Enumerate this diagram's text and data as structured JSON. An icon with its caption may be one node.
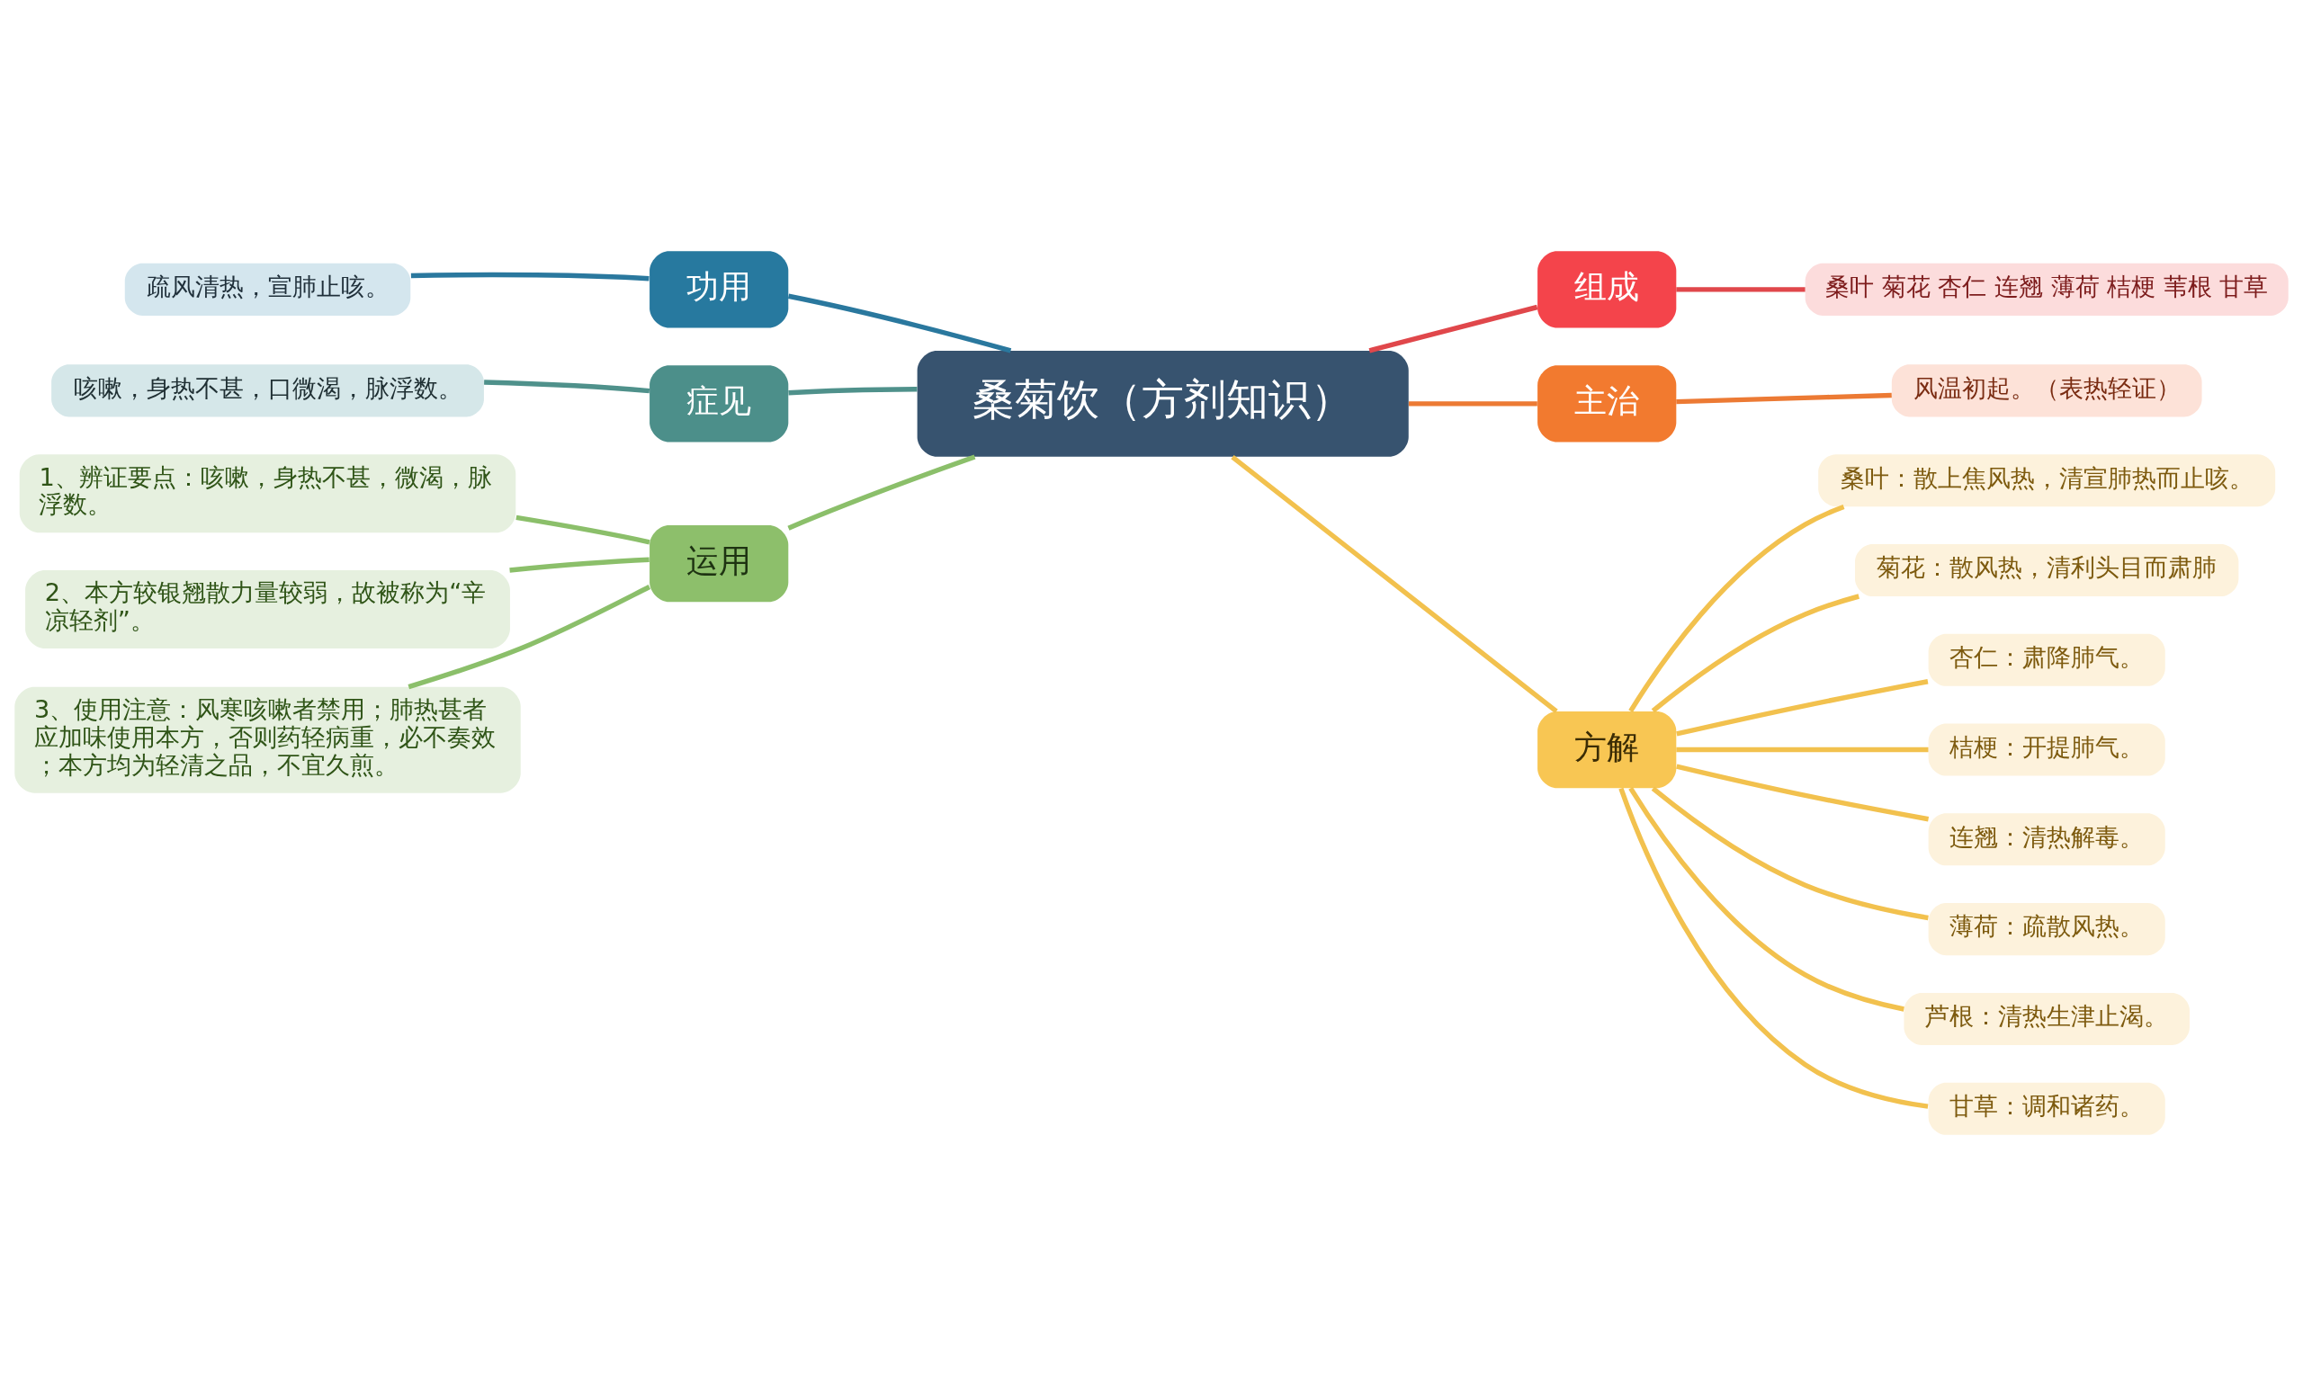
{
  "diagram": {
    "nodes": [
      {
        "text": [
          "桑菊饮（方剂知识）"
        ]
      },
      {
        "text": [
          "组成"
        ]
      },
      {
        "text": [
          "桑叶 菊花 杏仁 连翘 薄荷 桔梗 苇根 甘草"
        ]
      },
      {
        "text": [
          "主治"
        ]
      },
      {
        "text": [
          "风温初起。（表热轻证）"
        ]
      },
      {
        "text": [
          "方解"
        ]
      },
      {
        "text": [
          "桑叶：散上焦风热，清宣肺热而止咳。"
        ]
      },
      {
        "text": [
          "菊花：散风热，清利头目而肃肺"
        ]
      },
      {
        "text": [
          "杏仁：肃降肺气。"
        ]
      },
      {
        "text": [
          "桔梗：开提肺气。"
        ]
      },
      {
        "text": [
          "连翘：清热解毒。"
        ]
      },
      {
        "text": [
          "薄荷：疏散风热。"
        ]
      },
      {
        "text": [
          "芦根：清热生津止渴。"
        ]
      },
      {
        "text": [
          "甘草：调和诸药。"
        ]
      },
      {
        "text": [
          "功用"
        ]
      },
      {
        "text": [
          "疏风清热，宣肺止咳。"
        ]
      },
      {
        "text": [
          "症见"
        ]
      },
      {
        "text": [
          "咳嗽，身热不甚，口微渴，脉浮数。"
        ]
      },
      {
        "text": [
          "运用"
        ]
      },
      {
        "text": [
          "1、辨证要点：咳嗽，身热不甚，微渴，脉浮数。"
        ]
      },
      {
        "text": [
          "2、本方较银翘散力量较弱，故被称为“辛凉轻剂”。"
        ]
      },
      {
        "text": [
          "3、使用注意：风寒咳嗽者禁用；肺热甚者应加味使用本方，否则药轻病重，必不奏效；本方均为轻清之品，不宜久煎。"
        ]
      }
    ],
    "edges": [
      {
        "from": 0,
        "to": 1,
        "arrow": "none",
        "color": "#e0474b"
      },
      {
        "from": 1,
        "to": 2,
        "arrow": "none",
        "color": "#e0474b"
      },
      {
        "from": 0,
        "to": 3,
        "arrow": "none",
        "color": "#ec7a34"
      },
      {
        "from": 3,
        "to": 4,
        "arrow": "none",
        "color": "#ec7a34"
      },
      {
        "from": 0,
        "to": 5,
        "arrow": "none"
      },
      {
        "from": 5,
        "to": 6,
        "arrow": "none"
      },
      {
        "from": 5,
        "to": 7,
        "arrow": "none"
      },
      {
        "from": 5,
        "to": 8,
        "arrow": "none"
      },
      {
        "from": 5,
        "to": 9,
        "arrow": "none"
      },
      {
        "from": 5,
        "to": 10,
        "arrow": "none"
      },
      {
        "from": 5,
        "to": 11,
        "arrow": "none"
      },
      {
        "from": 5,
        "to": 12,
        "arrow": "none"
      },
      {
        "from": 5,
        "to": 13,
        "arrow": "none"
      },
      {
        "from": 0,
        "to": 14,
        "arrow": "none",
        "color": "#2a789e"
      },
      {
        "from": 14,
        "to": 15,
        "arrow": "none",
        "color": "#2a789e"
      },
      {
        "from": 0,
        "to": 16,
        "arrow": "none",
        "color": "#4f918b"
      },
      {
        "from": 16,
        "to": 17,
        "arrow": "none",
        "color": "#4f918b"
      },
      {
        "from": 0,
        "to": 18,
        "arrow": "none",
        "color": "#8bbf6a"
      },
      {
        "from": 18,
        "to": 19,
        "arrow": "none",
        "color": "#8bbf6a"
      },
      {
        "from": 18,
        "to": 20,
        "arrow": "none",
        "color": "#8bbf6a"
      },
      {
        "from": 18,
        "to": 21,
        "arrow": "none",
        "color": "#8bbf6a"
      }
    ]
  }
}
